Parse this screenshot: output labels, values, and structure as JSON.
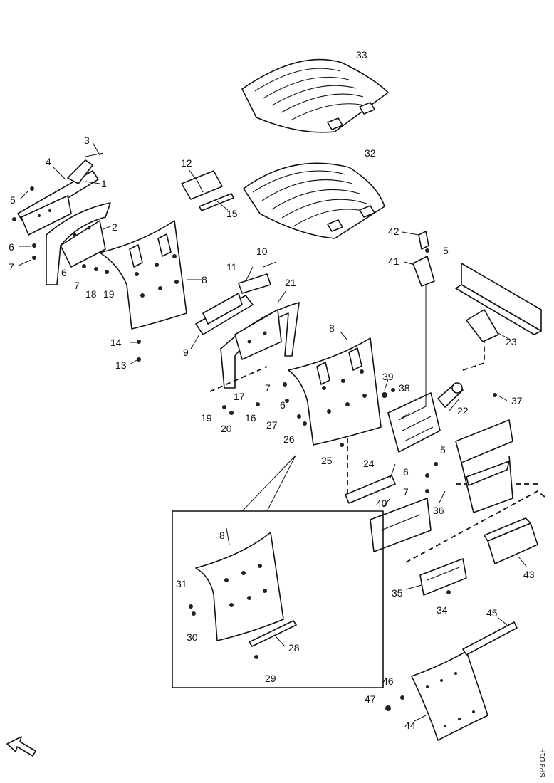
{
  "drawing_code": "SP8 D1F",
  "callouts": {
    "c1": "1",
    "c2": "2",
    "c3": "3",
    "c4": "4",
    "c5": "5",
    "c6": "6",
    "c7": "7",
    "c8": "8",
    "c9": "9",
    "c10": "10",
    "c11": "11",
    "c12": "12",
    "c13": "13",
    "c14": "14",
    "c15": "15",
    "c16": "16",
    "c17": "17",
    "c18": "18",
    "c19": "19",
    "c20": "20",
    "c21": "21",
    "c22": "22",
    "c23": "23",
    "c24": "24",
    "c25": "25",
    "c26": "26",
    "c27": "27",
    "c28": "28",
    "c29": "29",
    "c30": "30",
    "c31": "31",
    "c32": "32",
    "c33": "33",
    "c34": "34",
    "c35": "35",
    "c36": "36",
    "c37": "37",
    "c38": "38",
    "c39": "39",
    "c40": "40",
    "c41": "41",
    "c42": "42",
    "c43": "43",
    "c44": "44",
    "c45": "45",
    "c46": "46",
    "c47": "47"
  }
}
